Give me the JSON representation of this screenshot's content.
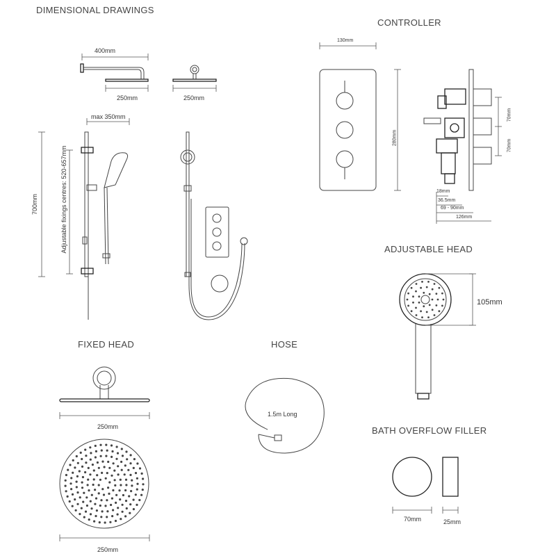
{
  "titles": {
    "main": "DIMENSIONAL DRAWINGS",
    "controller": "CONTROLLER",
    "adjustable_head": "ADJUSTABLE HEAD",
    "fixed_head": "FIXED HEAD",
    "hose": "HOSE",
    "bath_filler": "BATH OVERFLOW FILLER"
  },
  "dims": {
    "arm_length": "400mm",
    "head_width_side": "250mm",
    "head_width_front": "250mm",
    "rail_max": "max 350mm",
    "rail_height": "700mm",
    "fixing_centres": "Adjustable fixings centres: 520-657mm",
    "controller_width": "130mm",
    "controller_height": "280mm",
    "ctrl_side_1": "70mm",
    "ctrl_side_2": "70mm",
    "ctrl_depth_1": "18mm",
    "ctrl_depth_2": "36.5mm",
    "ctrl_depth_3": "69 - 90mm",
    "ctrl_depth_4": "126mm",
    "adj_head_dia": "105mm",
    "fixed_head_width": "250mm",
    "fixed_head_dia": "250mm",
    "hose_length": "1.5m Long",
    "filler_dia": "70mm",
    "filler_depth": "25mm"
  }
}
